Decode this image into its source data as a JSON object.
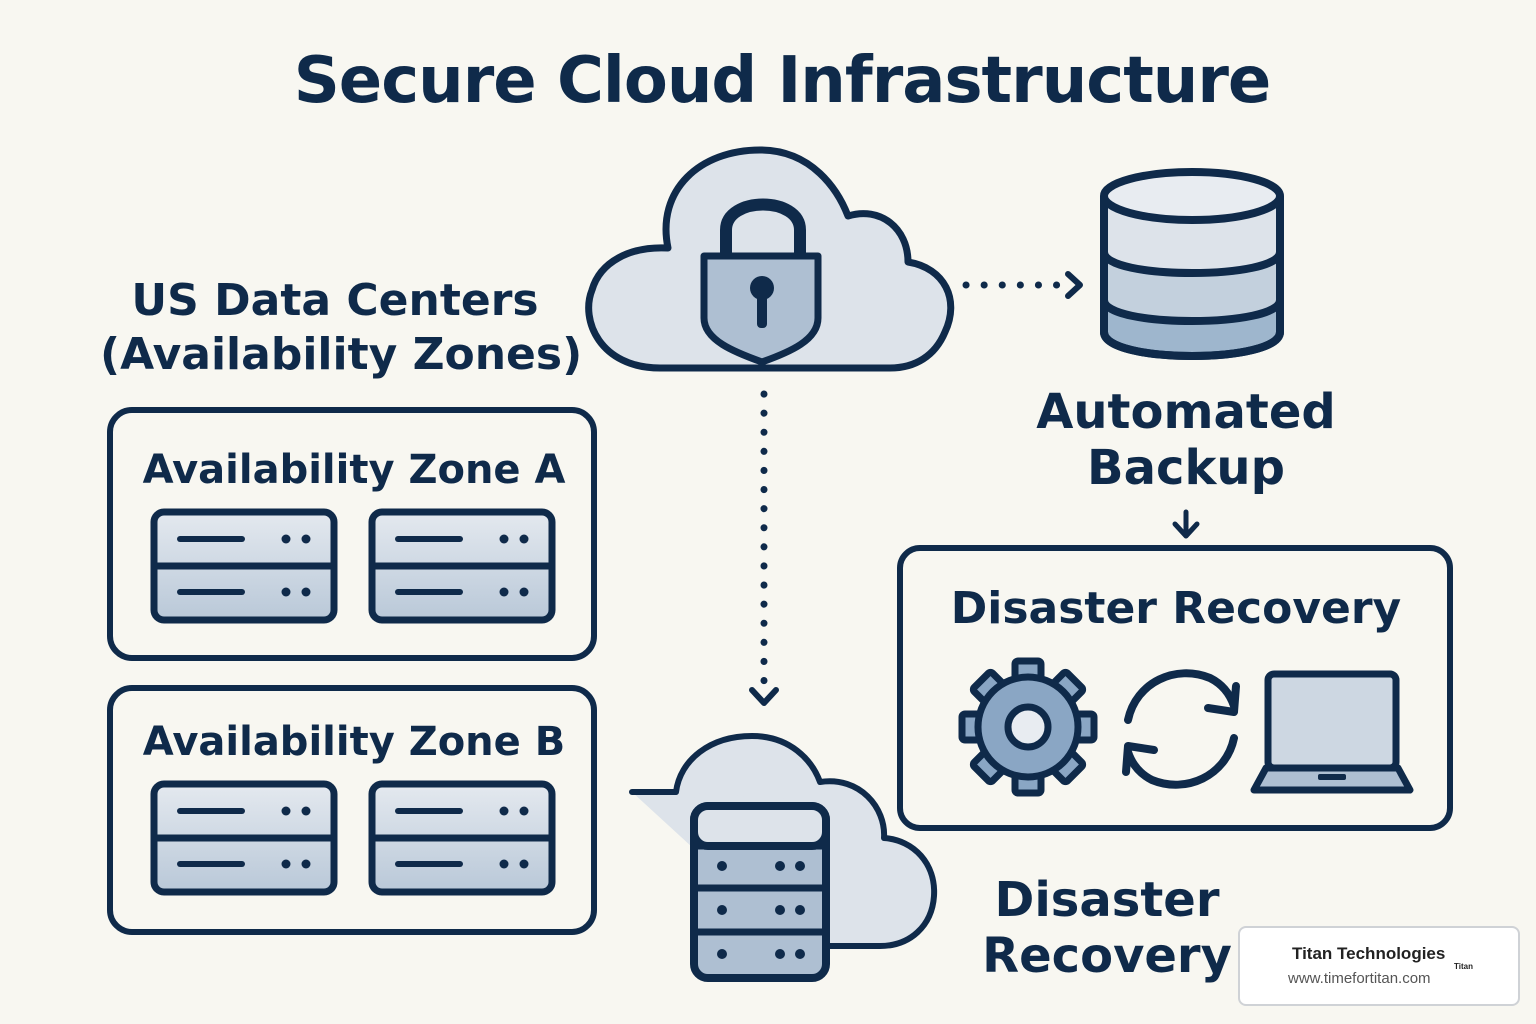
{
  "title": "Secure Cloud Infrastructure",
  "data_centers": {
    "heading_line1": "US Data Centers",
    "heading_line2": "(Availability Zones)",
    "zones": [
      {
        "label": "Availability Zone A"
      },
      {
        "label": "Availability Zone B"
      }
    ]
  },
  "backup": {
    "line1": "Automated",
    "line2": "Backup"
  },
  "disaster_recovery_box": {
    "label": "Disaster Recovery"
  },
  "disaster_recovery_bottom": {
    "line1": "Disaster",
    "line2": "Recovery"
  },
  "badge": {
    "name": "Titan Technologies",
    "url": "www.timefortitan.com",
    "logo_text": "Titan"
  },
  "colors": {
    "navy": "#0f2a4a",
    "light_fill": "#dde3ea",
    "mid_fill": "#aebfd2",
    "background": "#f8f7f1"
  },
  "icons": [
    "cloud-lock-icon",
    "database-icon",
    "server-icon",
    "gear-icon",
    "sync-icon",
    "laptop-icon",
    "cloud-server-icon"
  ]
}
